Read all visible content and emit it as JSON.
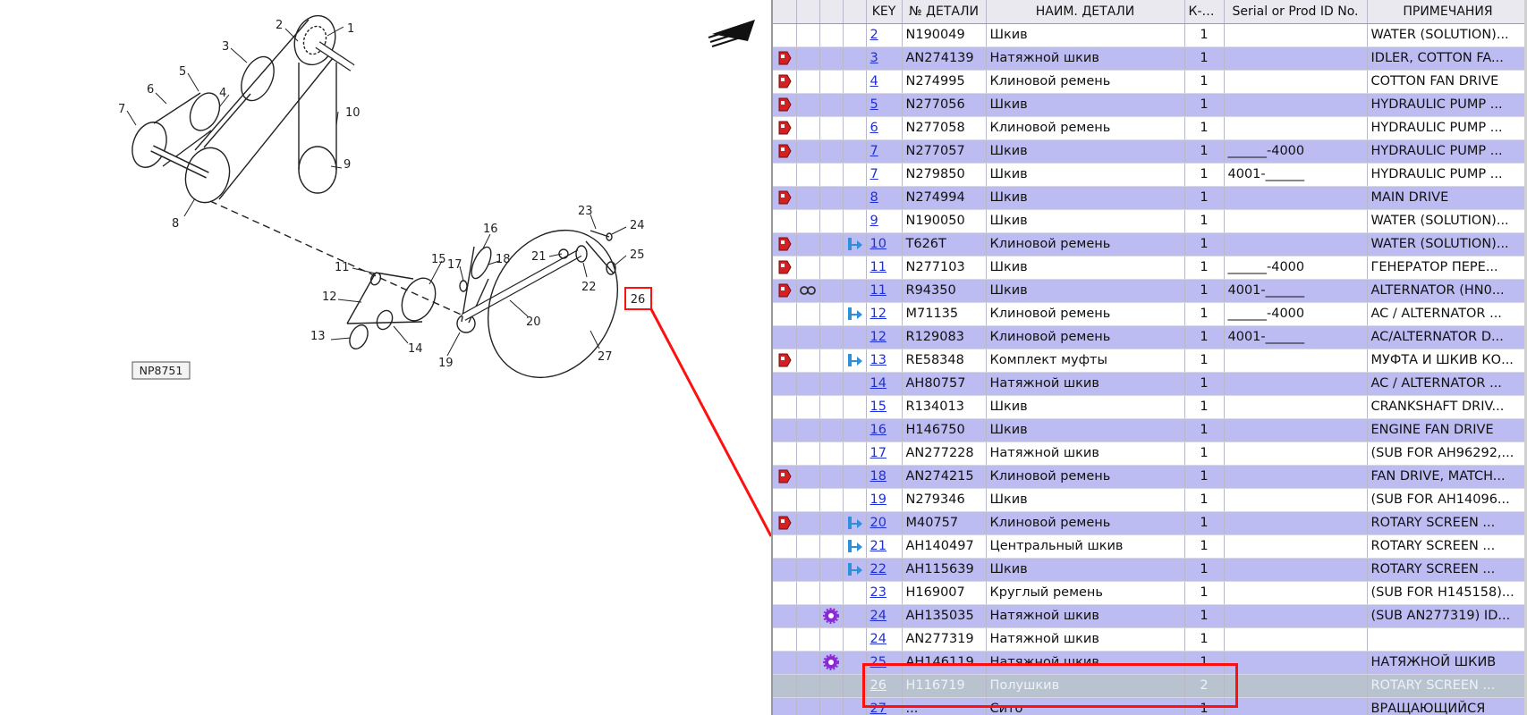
{
  "diagram": {
    "labels": [
      "1",
      "2",
      "3",
      "4",
      "5",
      "6",
      "7",
      "8",
      "9",
      "10",
      "11",
      "12",
      "13",
      "14",
      "15",
      "16",
      "17",
      "18",
      "19",
      "20",
      "21",
      "22",
      "23",
      "24",
      "25",
      "26",
      "27"
    ],
    "highlighted_label": "26",
    "figure_id": "NP8751"
  },
  "table": {
    "headers": {
      "key": "KEY",
      "part_no": "№ ДЕТАЛИ",
      "name": "НАИМ. ДЕТАЛИ",
      "qty": "К-ВО",
      "serial": "Serial or Prod ID No.",
      "remarks": "ПРИМЕЧАНИЯ"
    },
    "rows": [
      {
        "key": "2",
        "part": "N190049",
        "name": "Шкив",
        "qty": "1",
        "serial": "",
        "remarks": "WATER (SOLUTION)...",
        "tag": false,
        "link": false,
        "sub": false,
        "gear": false
      },
      {
        "key": "3",
        "part": "AN274139",
        "name": "Натяжной шкив",
        "qty": "1",
        "serial": "",
        "remarks": "IDLER, COTTON FA...",
        "tag": true,
        "link": false,
        "sub": false,
        "gear": false
      },
      {
        "key": "4",
        "part": "N274995",
        "name": "Клиновой ремень",
        "qty": "1",
        "serial": "",
        "remarks": "COTTON FAN DRIVE",
        "tag": true,
        "link": false,
        "sub": false,
        "gear": false
      },
      {
        "key": "5",
        "part": "N277056",
        "name": "Шкив",
        "qty": "1",
        "serial": "",
        "remarks": "HYDRAULIC PUMP ...",
        "tag": true,
        "link": false,
        "sub": false,
        "gear": false
      },
      {
        "key": "6",
        "part": "N277058",
        "name": "Клиновой ремень",
        "qty": "1",
        "serial": "",
        "remarks": "HYDRAULIC PUMP ...",
        "tag": true,
        "link": false,
        "sub": false,
        "gear": false
      },
      {
        "key": "7",
        "part": "N277057",
        "name": "Шкив",
        "qty": "1",
        "serial": "______-4000",
        "remarks": "HYDRAULIC PUMP ...",
        "tag": true,
        "link": false,
        "sub": false,
        "gear": false
      },
      {
        "key": "7",
        "part": "N279850",
        "name": "Шкив",
        "qty": "1",
        "serial": "4001-______",
        "remarks": "HYDRAULIC PUMP ...",
        "tag": false,
        "link": false,
        "sub": false,
        "gear": false
      },
      {
        "key": "8",
        "part": "N274994",
        "name": "Шкив",
        "qty": "1",
        "serial": "",
        "remarks": "MAIN DRIVE",
        "tag": true,
        "link": false,
        "sub": false,
        "gear": false
      },
      {
        "key": "9",
        "part": "N190050",
        "name": "Шкив",
        "qty": "1",
        "serial": "",
        "remarks": "WATER (SOLUTION)...",
        "tag": false,
        "link": false,
        "sub": false,
        "gear": false
      },
      {
        "key": "10",
        "part": "T626T",
        "name": "Клиновой ремень",
        "qty": "1",
        "serial": "",
        "remarks": "WATER (SOLUTION)...",
        "tag": true,
        "link": false,
        "sub": true,
        "gear": false
      },
      {
        "key": "11",
        "part": "N277103",
        "name": "Шкив",
        "qty": "1",
        "serial": "______-4000",
        "remarks": "ГЕНЕРАТОР ПЕРЕ...",
        "tag": true,
        "link": false,
        "sub": false,
        "gear": false
      },
      {
        "key": "11",
        "part": "R94350",
        "name": "Шкив",
        "qty": "1",
        "serial": "4001-______",
        "remarks": "ALTERNATOR (HN0...",
        "tag": true,
        "link": true,
        "sub": false,
        "gear": false
      },
      {
        "key": "12",
        "part": "M71135",
        "name": "Клиновой ремень",
        "qty": "1",
        "serial": "______-4000",
        "remarks": "AC / ALTERNATOR ...",
        "tag": false,
        "link": false,
        "sub": true,
        "gear": false
      },
      {
        "key": "12",
        "part": "R129083",
        "name": "Клиновой ремень",
        "qty": "1",
        "serial": "4001-______",
        "remarks": "AC/ALTERNATOR D...",
        "tag": false,
        "link": false,
        "sub": false,
        "gear": false
      },
      {
        "key": "13",
        "part": "RE58348",
        "name": "Комплект муфты",
        "qty": "1",
        "serial": "",
        "remarks": "МУФТА И ШКИВ КО...",
        "tag": true,
        "link": false,
        "sub": true,
        "gear": false
      },
      {
        "key": "14",
        "part": "AH80757",
        "name": "Натяжной шкив",
        "qty": "1",
        "serial": "",
        "remarks": "AC / ALTERNATOR ...",
        "tag": false,
        "link": false,
        "sub": false,
        "gear": false
      },
      {
        "key": "15",
        "part": "R134013",
        "name": "Шкив",
        "qty": "1",
        "serial": "",
        "remarks": "CRANKSHAFT DRIV...",
        "tag": false,
        "link": false,
        "sub": false,
        "gear": false
      },
      {
        "key": "16",
        "part": "H146750",
        "name": "Шкив",
        "qty": "1",
        "serial": "",
        "remarks": "ENGINE FAN DRIVE",
        "tag": false,
        "link": false,
        "sub": false,
        "gear": false
      },
      {
        "key": "17",
        "part": "AN277228",
        "name": "Натяжной шкив",
        "qty": "1",
        "serial": "",
        "remarks": "(SUB FOR AH96292,...",
        "tag": false,
        "link": false,
        "sub": false,
        "gear": false
      },
      {
        "key": "18",
        "part": "AN274215",
        "name": "Клиновой ремень",
        "qty": "1",
        "serial": "",
        "remarks": "FAN DRIVE, MATCH...",
        "tag": true,
        "link": false,
        "sub": false,
        "gear": false
      },
      {
        "key": "19",
        "part": "N279346",
        "name": "Шкив",
        "qty": "1",
        "serial": "",
        "remarks": "(SUB FOR AH14096...",
        "tag": false,
        "link": false,
        "sub": false,
        "gear": false
      },
      {
        "key": "20",
        "part": "M40757",
        "name": "Клиновой ремень",
        "qty": "1",
        "serial": "",
        "remarks": "ROTARY SCREEN ...",
        "tag": true,
        "link": false,
        "sub": true,
        "gear": false
      },
      {
        "key": "21",
        "part": "AH140497",
        "name": "Центральный шкив",
        "qty": "1",
        "serial": "",
        "remarks": "ROTARY SCREEN ...",
        "tag": false,
        "link": false,
        "sub": true,
        "gear": false
      },
      {
        "key": "22",
        "part": "AH115639",
        "name": "Шкив",
        "qty": "1",
        "serial": "",
        "remarks": "ROTARY SCREEN ...",
        "tag": false,
        "link": false,
        "sub": true,
        "gear": false
      },
      {
        "key": "23",
        "part": "H169007",
        "name": "Круглый ремень",
        "qty": "1",
        "serial": "",
        "remarks": "(SUB FOR H145158)...",
        "tag": false,
        "link": false,
        "sub": false,
        "gear": false
      },
      {
        "key": "24",
        "part": "AH135035",
        "name": "Натяжной шкив",
        "qty": "1",
        "serial": "",
        "remarks": "(SUB AN277319) ID...",
        "tag": false,
        "link": false,
        "sub": false,
        "gear": true
      },
      {
        "key": "24",
        "part": "AN277319",
        "name": "Натяжной шкив",
        "qty": "1",
        "serial": "",
        "remarks": "",
        "tag": false,
        "link": false,
        "sub": false,
        "gear": false
      },
      {
        "key": "25",
        "part": "AH146119",
        "name": "Натяжной шкив",
        "qty": "1",
        "serial": "",
        "remarks": "НАТЯЖНОЙ ШКИВ",
        "tag": false,
        "link": false,
        "sub": false,
        "gear": true
      },
      {
        "key": "26",
        "part": "H116719",
        "name": "Полушкив",
        "qty": "2",
        "serial": "",
        "remarks": "ROTARY SCREEN ...",
        "tag": false,
        "link": false,
        "sub": false,
        "gear": false,
        "selected": true
      },
      {
        "key": "27",
        "part": "...",
        "name": "Сито",
        "qty": "1",
        "serial": "",
        "remarks": "ВРАЩАЮЩИЙСЯ",
        "tag": false,
        "link": false,
        "sub": false,
        "gear": false
      }
    ]
  },
  "colors": {
    "row_alt": "#bcbcf2",
    "row_selected": "#b9c3cf",
    "highlight": "#ff1010",
    "link": "#1f2fd6",
    "tag_icon": "#d42020",
    "sub_icon": "#2f8fd8",
    "gear_icon": "#8a2ad4"
  }
}
